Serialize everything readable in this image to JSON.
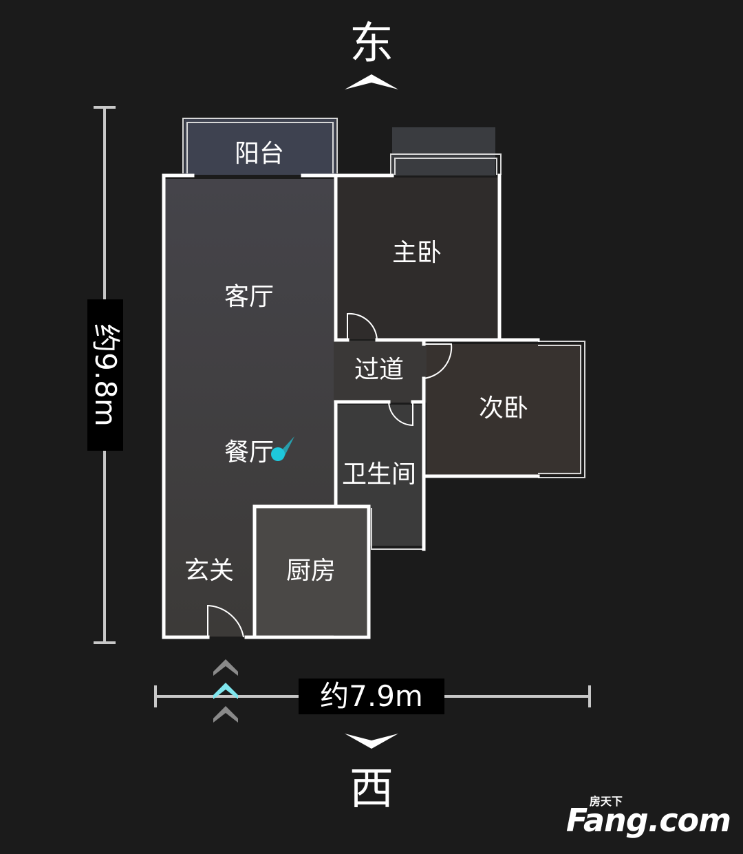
{
  "compass": {
    "north_label": "东",
    "south_label": "西"
  },
  "dimensions": {
    "height_label": "约9.8m",
    "width_label": "约7.9m"
  },
  "rooms": {
    "balcony": "阳台",
    "living_room": "客厅",
    "master_bedroom": "主卧",
    "hallway": "过道",
    "second_bedroom": "次卧",
    "dining_room": "餐厅",
    "bathroom": "卫生间",
    "entrance": "玄关",
    "kitchen": "厨房"
  },
  "logo": {
    "brand": "Fang.com",
    "cn": "房天下"
  },
  "colors": {
    "background": "#1b1b1b",
    "wall": "#ffffff",
    "floor": "#3e3d3b",
    "position_marker": "#1ec8dc",
    "entry_arrow_active": "#7fe6ee",
    "entry_arrow_inactive": "#8a8a8a",
    "dimension_line": "#c8c8c8"
  },
  "icons": [
    "position-marker-icon",
    "entry-arrow-icon",
    "compass-arrow-icon",
    "door-swing-icon"
  ]
}
